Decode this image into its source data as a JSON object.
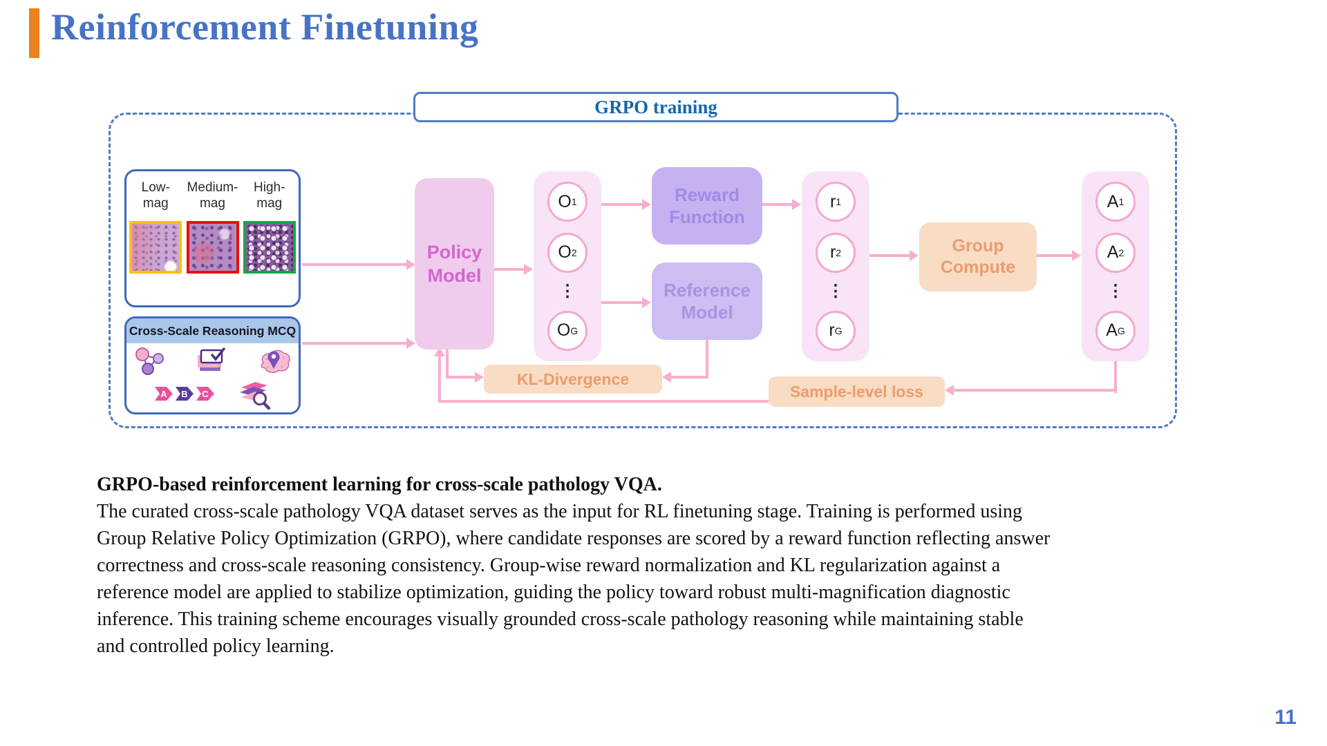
{
  "slide": {
    "title": "Reinforcement Finetuning",
    "page_number": "11"
  },
  "diagram": {
    "grpo_label": "GRPO training",
    "ellipsis": "⋮",
    "inputs": {
      "magnifications": [
        {
          "label_line1": "Low-",
          "label_line2": "mag",
          "frame_color": "#FFC103"
        },
        {
          "label_line1": "Medium-",
          "label_line2": "mag",
          "frame_color": "#E8100C"
        },
        {
          "label_line1": "High-",
          "label_line2": "mag",
          "frame_color": "#17A546"
        }
      ],
      "mcq_title": "Cross-Scale Reasoning MCQ",
      "mcq_options": [
        "A",
        "B",
        "C"
      ],
      "mcq_icons": [
        "molecule-icon",
        "checklist-icon",
        "map-pin-blob-icon",
        "abc-options-icon",
        "magnifier-stack-icon"
      ]
    },
    "policy_model": {
      "label": "Policy Model"
    },
    "outputs_column": {
      "items": [
        {
          "base": "O",
          "sub": "1"
        },
        {
          "base": "O",
          "sub": "2"
        },
        {
          "base": "O",
          "sub": "G"
        }
      ]
    },
    "reward_function": {
      "label": "Reward Function"
    },
    "reference_model": {
      "label": "Reference Model"
    },
    "rewards_column": {
      "items": [
        {
          "base": "r",
          "sub": "1"
        },
        {
          "base": "r",
          "sub": "2"
        },
        {
          "base": "r",
          "sub": "G"
        }
      ]
    },
    "group_compute": {
      "label": "Group Compute"
    },
    "advantages_column": {
      "items": [
        {
          "base": "A",
          "sub": "1"
        },
        {
          "base": "A",
          "sub": "2"
        },
        {
          "base": "A",
          "sub": "G"
        }
      ]
    },
    "kl_divergence": {
      "label": "KL-Divergence"
    },
    "sample_level_loss": {
      "label": "Sample-level loss"
    }
  },
  "caption": {
    "heading": "GRPO-based reinforcement learning for cross-scale pathology VQA.",
    "body_lines": [
      "The curated cross-scale pathology VQA dataset serves as the input for RL finetuning stage. Training is performed using",
      "Group Relative Policy Optimization (GRPO), where candidate responses are scored by a reward function reflecting answer",
      "correctness and cross-scale reasoning consistency. Group-wise reward normalization and KL regularization against a",
      "reference model are applied to stabilize optimization, guiding the policy toward robust multi-magnification diagnostic",
      "inference. This training scheme encourages visually grounded cross-scale pathology reasoning while maintaining stable",
      "and controlled policy learning."
    ]
  },
  "colors": {
    "accent_bar": "#E8831D",
    "title_blue": "#4673C6",
    "frame_blue": "#4E7BC4",
    "grpo_text": "#1667AE",
    "panel_border": "#3E68BC",
    "mcq_header_bg": "#A9C7EB",
    "policy_bg": "#EFCBEC",
    "policy_text": "#D466CE",
    "column_bg": "#F8E4F6",
    "circle_border": "#F5A8CE",
    "reward_bg": "#C6B2F1",
    "reward_text": "#A18AE8",
    "reference_bg": "#CDBDF3",
    "reference_text": "#AC91E3",
    "peach_bg": "#F8DCC4",
    "peach_text": "#EC9C6E",
    "arrow_pink": "#F7AECF"
  }
}
